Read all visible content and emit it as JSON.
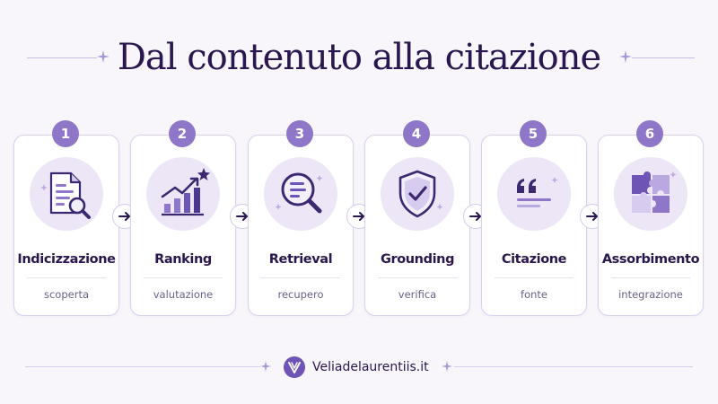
{
  "title": "Dal contenuto alla citazione",
  "steps": [
    {
      "number": "1",
      "title": "Indicizzazione",
      "subtitle": "scoperta",
      "icon": "document-search-icon"
    },
    {
      "number": "2",
      "title": "Ranking",
      "subtitle": "valutazione",
      "icon": "growth-chart-icon"
    },
    {
      "number": "3",
      "title": "Retrieval",
      "subtitle": "recupero",
      "icon": "magnifier-icon"
    },
    {
      "number": "4",
      "title": "Grounding",
      "subtitle": "verifica",
      "icon": "shield-check-icon"
    },
    {
      "number": "5",
      "title": "Citazione",
      "subtitle": "fonte",
      "icon": "quote-icon"
    },
    {
      "number": "6",
      "title": "Assorbimento",
      "subtitle": "integrazione",
      "icon": "puzzle-icon"
    }
  ],
  "footer": {
    "site": "Veliadelaurentiis.it"
  },
  "colors": {
    "accent": "#8e76c8",
    "title": "#2a174f",
    "icon_bg": "#ece6f7",
    "border": "#d9d0ee"
  }
}
